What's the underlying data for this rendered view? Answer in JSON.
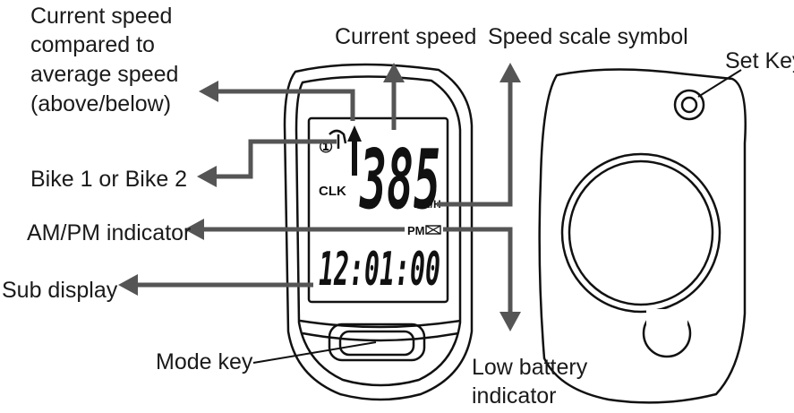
{
  "labels": {
    "current_speed_compared": [
      "Current speed",
      "compared to",
      "average speed",
      "(above/below)"
    ],
    "current_speed": "Current speed",
    "speed_scale_symbol": "Speed scale symbol",
    "set_key": "Set Key",
    "bike_1_or_2": "Bike 1 or Bike 2",
    "am_pm_indicator": "AM/PM indicator",
    "sub_display": "Sub display",
    "mode_key": "Mode key",
    "low_battery_indicator": [
      "Low battery",
      "indicator"
    ]
  },
  "display": {
    "main_speed": "385",
    "speed_unit": "KM/H",
    "clock_mode": "CLK",
    "bike_number": "①",
    "am_pm": "PM",
    "sub_display_value": "12:01:00"
  },
  "colors": {
    "arrow": "#555555",
    "outline": "#111111"
  }
}
